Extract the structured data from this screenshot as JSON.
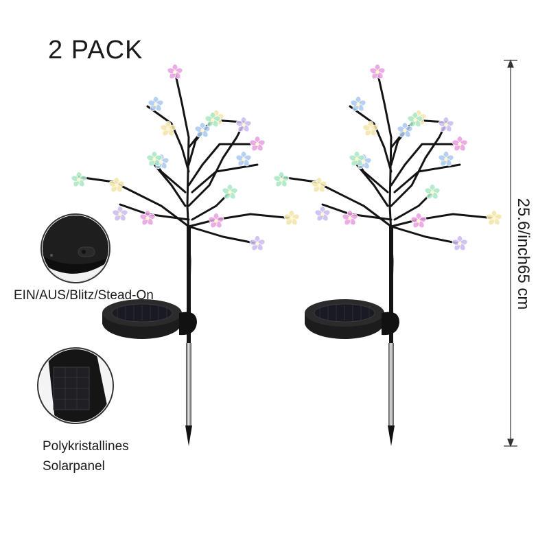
{
  "title": "2 PACK",
  "callouts": {
    "switch_label": "EIN/AUS/Blitz/Stead-On",
    "panel_label_line1": "Polykristallines",
    "panel_label_line2": "Solarpanel"
  },
  "dimension": {
    "label": "25.6/inch65 cm"
  },
  "colors": {
    "background": "#ffffff",
    "stem": "#141414",
    "panel": "#1c1c1c",
    "flower_pink": "#e89ce0",
    "flower_blue": "#a9c8f0",
    "flower_green": "#a8e6c4",
    "flower_yellow": "#f2e4a8",
    "flower_lilac": "#c9b8f0"
  }
}
